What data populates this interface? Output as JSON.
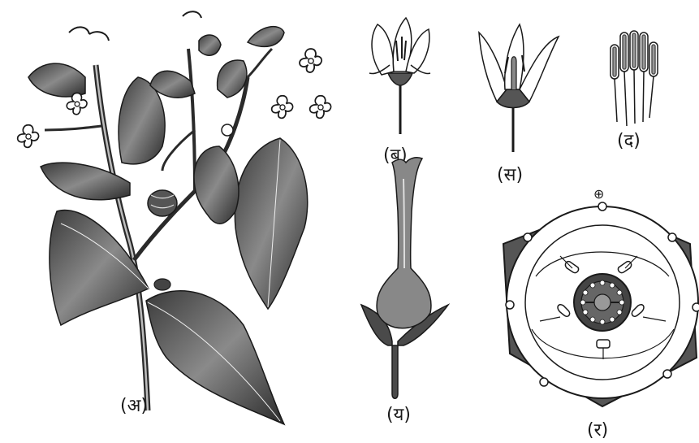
{
  "panels": {
    "a": {
      "label": "(अ)"
    },
    "b": {
      "label": "(ब)"
    },
    "c": {
      "label": "(स)"
    },
    "d": {
      "label": "(द)"
    },
    "e": {
      "label": "(य)"
    },
    "f": {
      "label": "(र)",
      "symbol": "⊕"
    }
  },
  "colors": {
    "ink": "#1a1a1a",
    "shade": "#7a7a7a",
    "light": "#d9d9d9"
  }
}
